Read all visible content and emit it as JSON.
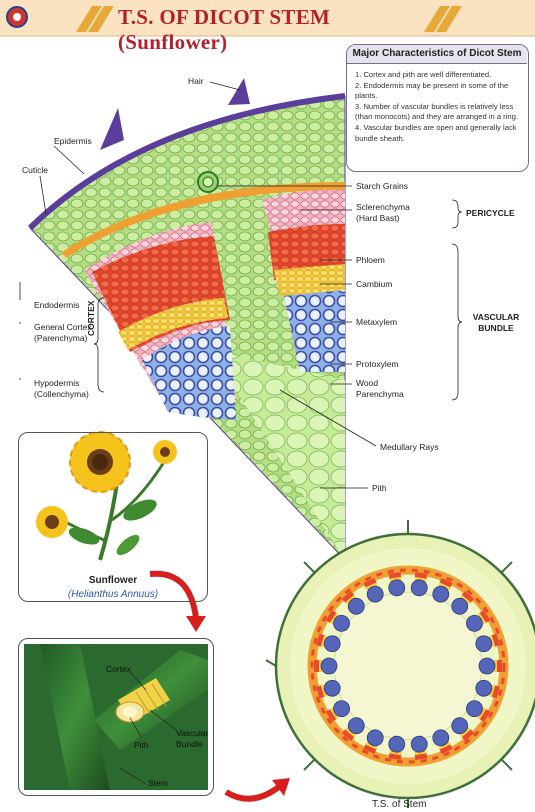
{
  "title": "T.S. OF DICOT STEM (Sunflower)",
  "characteristics": {
    "heading": "Major Characteristics of Dicot Stem",
    "items": [
      "1. Cortex and pith are well differentiated.",
      "2. Endodermis may be present in some of the plants.",
      "3. Number of vascular bundles is relatively less (than monocots) and they are arranged in a ring.",
      "4. Vascular bundles are open and generally lack bundle sheath."
    ]
  },
  "labels": {
    "hair": "Hair",
    "epidermis": "Epidermis",
    "cuticle": "Cuticle",
    "starch_grains": "Starch Grains",
    "sclerenchyma": "Sclerenchyma",
    "hard_bast": "(Hard Bast)",
    "pericycle": "PERICYCLE",
    "phloem": "Phloem",
    "cambium": "Cambium",
    "metaxylem": "Metaxylem",
    "vascular": "VASCULAR",
    "bundle": "BUNDLE",
    "protoxylem": "Protoxylem",
    "wood": "Wood",
    "parenchyma": "Parenchyma",
    "medullary_rays": "Medullary Rays",
    "pith": "Pith",
    "endodermis": "Endodermis",
    "general_cortex": "General Cortex",
    "general_cortex_sub": "(Parenchyma)",
    "hypodermis": "Hypodermis",
    "hypodermis_sub": "(Collenchyma)",
    "cortex": "CORTEX"
  },
  "sunflower": {
    "name": "Sunflower",
    "scientific": "(Helianthus Annuus)"
  },
  "stem_view": {
    "cortex": "Cortex",
    "pith": "Pith",
    "vascular": "Vascular",
    "bundle": "Bundle",
    "stem": "Stem"
  },
  "ts_caption": "T.S. of Stem",
  "colors": {
    "title_red": "#b3202a",
    "epidermis_purple": "#5b3d9c",
    "cortex_green": "#b9e28a",
    "pericycle_orange": "#f0a032",
    "phloem_red": "#e84a2c",
    "cambium_yellow": "#f5d23c",
    "xylem_blue": "#4d5fb0",
    "pith_green": "#c8ee9a"
  }
}
